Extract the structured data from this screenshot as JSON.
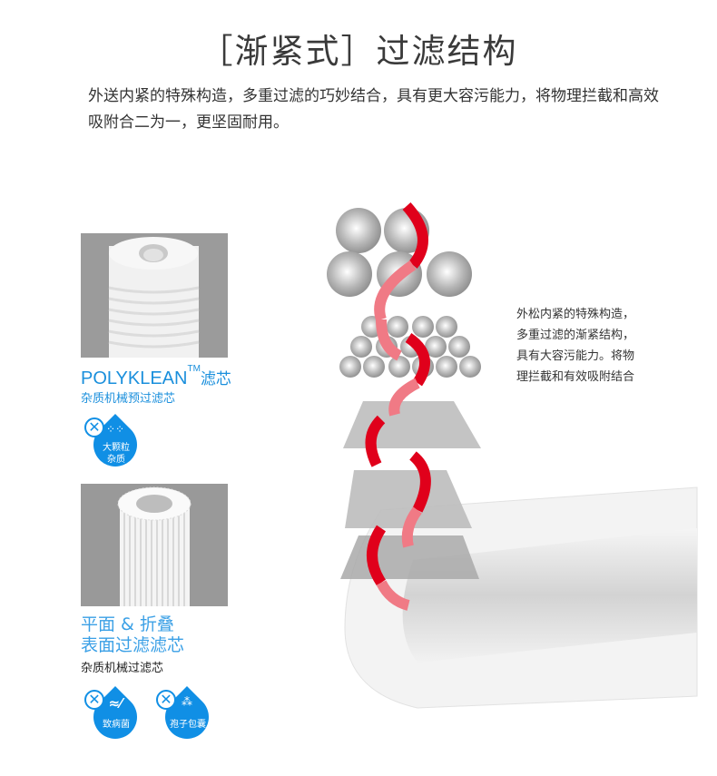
{
  "header": {
    "title": "［渐紧式］过滤结构",
    "intro": "外送内紧的特殊构造，多重过滤的巧妙结合，具有更大容污能力，将物理拦截和高效吸附合二为一，更坚固耐用。"
  },
  "cards": [
    {
      "name_en": "POLYKLEAN",
      "tm": "TM",
      "name_cn": "滤芯",
      "subtitle": "杂质机械预过滤芯",
      "badges": [
        {
          "icon": "particles-icon",
          "label_line1": "大颗粒",
          "label_line2": "杂质"
        }
      ]
    },
    {
      "title_line1": "平面 & 折叠",
      "title_line2": "表面过滤滤芯",
      "subtitle": "杂质机械过滤芯",
      "badges": [
        {
          "icon": "bacteria-icon",
          "label_line1": "致病菌",
          "label_line2": ""
        },
        {
          "icon": "spores-icon",
          "label_line1": "孢子包囊",
          "label_line2": ""
        }
      ]
    }
  ],
  "diagram": {
    "note_lines": [
      "外松内紧的特殊构造，",
      "多重过滤的渐紧结构，",
      "具有大容污能力。将物",
      "理拦截和有效吸附结合"
    ],
    "colors": {
      "arrow_dark": "#e0001b",
      "arrow_light": "#f07a85",
      "sphere": "#a8a8a8",
      "badge_blue": "#108fe5"
    }
  }
}
